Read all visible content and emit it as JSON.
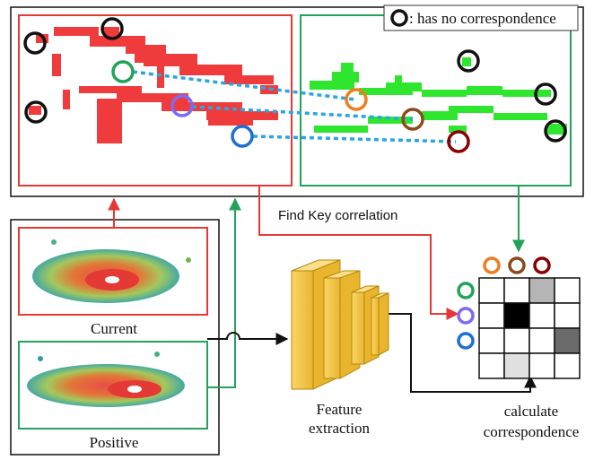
{
  "legend": {
    "text": ": has no correspondence"
  },
  "labels": {
    "find_key": "Find Key correlation",
    "current": "Current",
    "positive": "Positive",
    "feature_line1": "Feature",
    "feature_line2": "extraction",
    "calc_line1": "calculate",
    "calc_line2": "correspondence"
  },
  "colors": {
    "red": "#e53935",
    "green": "#22a35a",
    "orange": "#ee7d23",
    "brown": "#8a4a1c",
    "darkred": "#8b0000",
    "blue": "#1f6fd1",
    "purple": "#7b6cf0",
    "lightblue": "#2aa6e0",
    "black": "#111111",
    "box": "#f7c948"
  },
  "correspondence_matrix": {
    "rows": 4,
    "cols": 4,
    "shades": [
      [
        "#ffffff",
        "#ffffff",
        "#b5b5b5",
        "#ffffff"
      ],
      [
        "#ffffff",
        "#000000",
        "#ffffff",
        "#ffffff"
      ],
      [
        "#ffffff",
        "#ffffff",
        "#ffffff",
        "#6b6b6b"
      ],
      [
        "#ffffff",
        "#e0e0e0",
        "#ffffff",
        "#ffffff"
      ]
    ],
    "top_markers": [
      "orange",
      "brown",
      "darkred"
    ],
    "left_markers": [
      "green",
      "purple",
      "blue"
    ]
  }
}
